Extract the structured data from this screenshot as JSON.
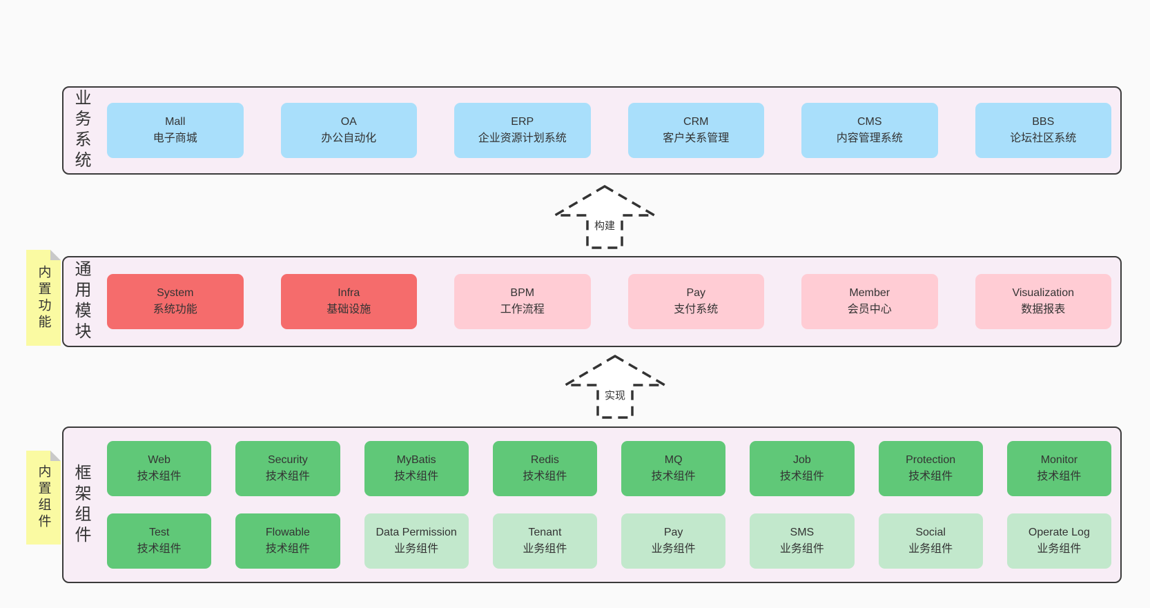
{
  "colors": {
    "page_background": "#fafafa",
    "container_fill": "#f8edf6",
    "container_border": "#3a3a3a",
    "business_box_blue": "#a9dffb",
    "core_module_red": "#f56c6c",
    "module_pink": "#ffccd4",
    "tech_component_green": "#60c878",
    "biz_component_light_green": "#c2e8cc",
    "note_yellow": "#fafaa2",
    "note_fold_gray": "#c9c9c9",
    "text": "#333333"
  },
  "arrows": [
    {
      "label": "构建"
    },
    {
      "label": "实现"
    }
  ],
  "layers": [
    {
      "side_label": "业务系统",
      "boxes": [
        {
          "en": "Mall",
          "zh": "电子商城"
        },
        {
          "en": "OA",
          "zh": "办公自动化"
        },
        {
          "en": "ERP",
          "zh": "企业资源计划系统"
        },
        {
          "en": "CRM",
          "zh": "客户关系管理"
        },
        {
          "en": "CMS",
          "zh": "内容管理系统"
        },
        {
          "en": "BBS",
          "zh": "论坛社区系统"
        }
      ]
    },
    {
      "side_label": "通用模块",
      "note": "内置功能",
      "boxes": [
        {
          "en": "System",
          "zh": "系统功能"
        },
        {
          "en": "Infra",
          "zh": "基础设施"
        },
        {
          "en": "BPM",
          "zh": "工作流程"
        },
        {
          "en": "Pay",
          "zh": "支付系统"
        },
        {
          "en": "Member",
          "zh": "会员中心"
        },
        {
          "en": "Visualization",
          "zh": "数据报表"
        }
      ]
    },
    {
      "side_label": "框架组件",
      "note": "内置组件",
      "rows": [
        [
          {
            "en": "Web",
            "zh": "技术组件"
          },
          {
            "en": "Security",
            "zh": "技术组件"
          },
          {
            "en": "MyBatis",
            "zh": "技术组件"
          },
          {
            "en": "Redis",
            "zh": "技术组件"
          },
          {
            "en": "MQ",
            "zh": "技术组件"
          },
          {
            "en": "Job",
            "zh": "技术组件"
          },
          {
            "en": "Protection",
            "zh": "技术组件"
          },
          {
            "en": "Monitor",
            "zh": "技术组件"
          }
        ],
        [
          {
            "en": "Test",
            "zh": "技术组件"
          },
          {
            "en": "Flowable",
            "zh": "技术组件"
          },
          {
            "en": "Data Permission",
            "zh": "业务组件"
          },
          {
            "en": "Tenant",
            "zh": "业务组件"
          },
          {
            "en": "Pay",
            "zh": "业务组件"
          },
          {
            "en": "SMS",
            "zh": "业务组件"
          },
          {
            "en": "Social",
            "zh": "业务组件"
          },
          {
            "en": "Operate Log",
            "zh": "业务组件"
          }
        ]
      ]
    }
  ]
}
